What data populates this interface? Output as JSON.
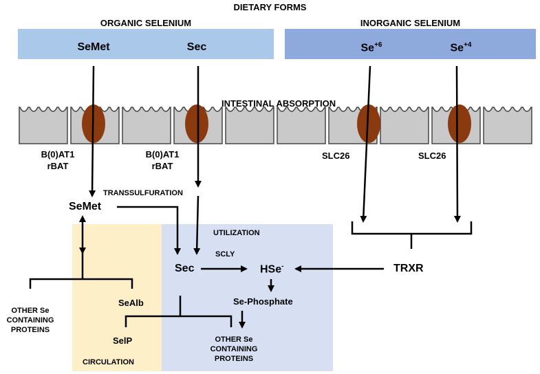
{
  "title": "DIETARY FORMS",
  "organic": {
    "header": "ORGANIC SELENIUM",
    "items": [
      "SeMet",
      "Sec"
    ]
  },
  "inorganic": {
    "header": "INORGANIC SELENIUM",
    "items": [
      {
        "base": "Se",
        "sup": "+6"
      },
      {
        "base": "Se",
        "sup": "+4"
      }
    ]
  },
  "intestinal_absorption": "INTESTINAL ABSORPTION",
  "transporters": {
    "t1": [
      "B(0)AT1",
      "rBAT"
    ],
    "t2": [
      "B(0)AT1",
      "rBAT"
    ],
    "t3": "SLC26",
    "t4": "SLC26"
  },
  "nodes": {
    "semet": "SeMet",
    "transsulfuration": "TRANSSULFURATION",
    "utilization": "UTILIZATION",
    "sec": "Sec",
    "scly": "SCLY",
    "hse_base": "HSe",
    "hse_sup": "-",
    "trxr": "TRXR",
    "se_phosphate": "Se-Phosphate",
    "other_se_left": [
      "OTHER Se",
      "CONTAINING",
      "PROTEINS"
    ],
    "sealb": "SeAlb",
    "selp": "SelP",
    "other_se_bottom": [
      "OTHER Se",
      "CONTAINING",
      "PROTEINS"
    ],
    "circulation": "CIRCULATION"
  },
  "colors": {
    "organic_band": "#a9c8ea",
    "inorganic_band": "#8ea9dc",
    "cell_fill": "#c9c9c9",
    "transporter": "#8b3a0f",
    "circulation": "#fdefc8",
    "utilization": "#d7e0f3"
  }
}
